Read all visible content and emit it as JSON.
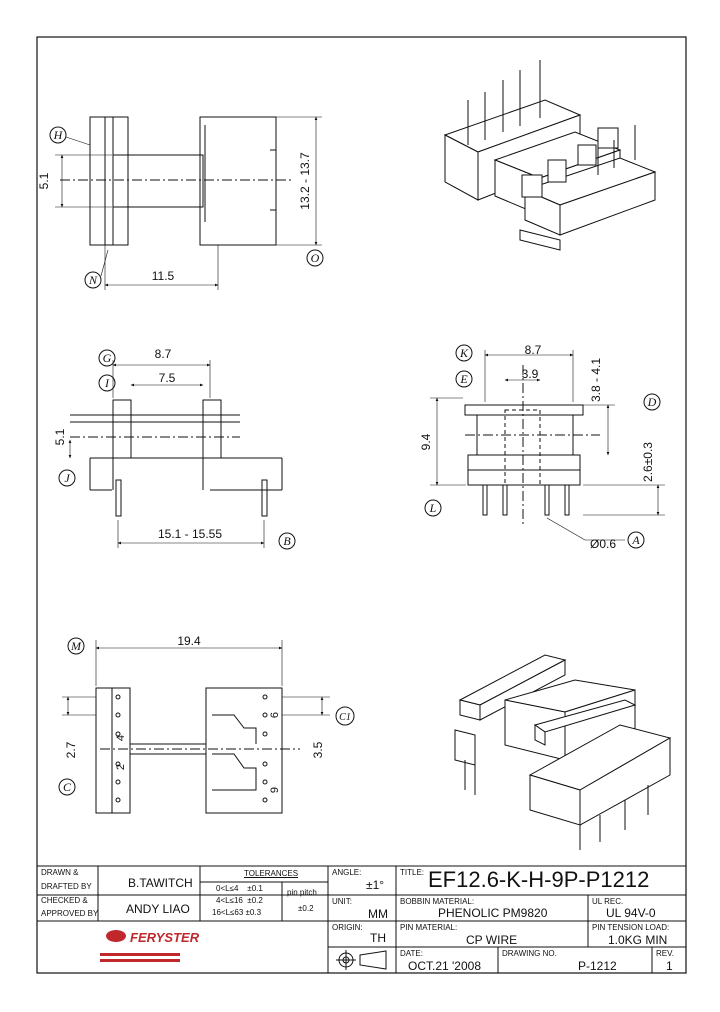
{
  "dimensions": {
    "front_height": "5.1",
    "front_length": "11.5",
    "front_flange": "13.2 - 13.7",
    "side_width": "8.7",
    "side_inner": "7.5",
    "side_height": "5.1",
    "side_pin_span": "15.1 - 15.55",
    "end_width": "8.7",
    "end_inner": "3.9",
    "end_flange": "3.8 - 4.1",
    "end_height": "9.4",
    "end_pin_len": "2.6±0.3",
    "pin_dia": "Ø0.6",
    "bottom_length": "19.4",
    "bottom_pitch_left": "2.7",
    "bottom_pitch_right": "3.5"
  },
  "callouts": {
    "H": "H",
    "N": "N",
    "O": "O",
    "G": "G",
    "I": "I",
    "J": "J",
    "B": "B",
    "K": "K",
    "E": "E",
    "D": "D",
    "L": "L",
    "A": "A",
    "M": "M",
    "C": "C",
    "C1": "C1"
  },
  "pin_numbers": {
    "left": [
      "4",
      "2"
    ],
    "right": [
      "6",
      "9"
    ]
  },
  "title_block": {
    "drawn_label": "DRAWN &",
    "drafted_label": "DRAFTED BY",
    "drafted_value": "B.TAWITCH",
    "checked_label": "CHECKED &",
    "approved_label": "APPROVED BY",
    "approved_value": "ANDY LIAO",
    "tolerances_label": "TOLERANCES",
    "tol_rows": [
      "0<L≤4    ±0.1",
      "4<L≤16  ±0.2",
      "16<L≤63 ±0.3"
    ],
    "pin_pitch_label": "pin pitch",
    "pin_pitch_value": "±0.2",
    "angle_label": "ANGLE:",
    "angle_value": "±1°",
    "unit_label": "UNIT:",
    "unit_value": "MM",
    "origin_label": "ORIGIN:",
    "origin_value": "TH",
    "title_label": "TITLE:",
    "title_value": "EF12.6-K-H-9P-P1212",
    "bobbin_label": "BOBBIN MATERIAL:",
    "bobbin_value": "PHENOLIC PM9820",
    "ul_label": "UL REC.",
    "ul_value": "UL 94V-0",
    "pin_material_label": "PIN MATERIAL:",
    "pin_material_value": "CP WIRE",
    "pin_tension_label": "PIN TENSION LOAD:",
    "pin_tension_value": "1.0KG MIN",
    "date_label": "DATE:",
    "date_value": "OCT.21 '2008",
    "drawing_no_label": "DRAWING NO.",
    "drawing_no_value": "P-1212",
    "rev_label": "REV.",
    "rev_value": "1",
    "logo_text": "FERYSTER"
  }
}
